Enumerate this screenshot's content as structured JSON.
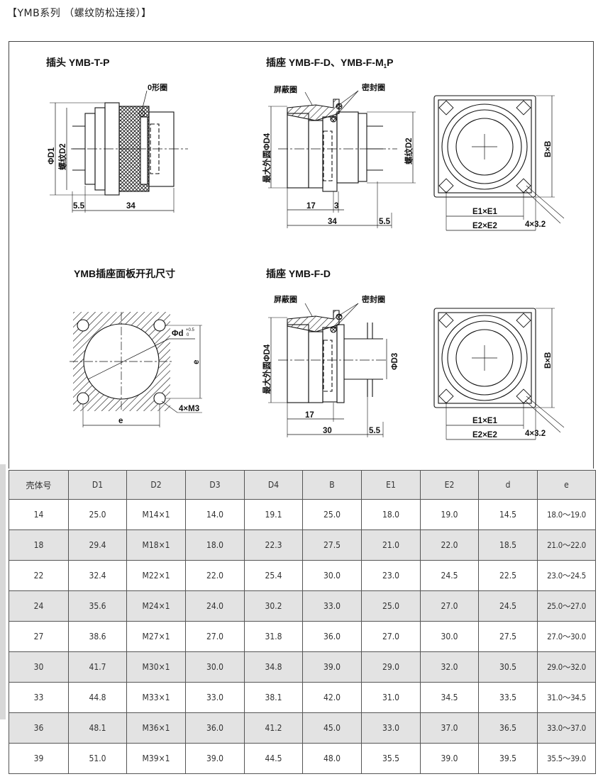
{
  "page_title": "【YMB系列 （螺纹防松连接）】",
  "drawings": {
    "plug": {
      "title": "插头 YMB-T-P",
      "o_ring": "0形圈",
      "d1": "ΦD1",
      "d2": "螺纹D2",
      "dim_a": "5.5",
      "dim_b": "34"
    },
    "socket_mp": {
      "title_main": "插座 YMB-F-D、YMB-F-M",
      "title_sub": "1",
      "title_end": "P",
      "shield_ring": "屏蔽圈",
      "seal_ring": "密封圈",
      "d4": "最大外圆ΦD4",
      "d2": "螺纹D2",
      "dim_17": "17",
      "dim_3": "3",
      "dim_34": "34",
      "dim_55": "5.5"
    },
    "flange_top": {
      "bxb": "B×B",
      "e1": "E1×E1",
      "e2": "E2×E2",
      "holes": "4×3.2"
    },
    "panel": {
      "title": "YMB插座面板开孔尺寸",
      "phi_d": "Φd",
      "tol_up": "+0.5",
      "tol_low": "0",
      "e_v": "e",
      "e_h": "e",
      "holes": "4×M3"
    },
    "socket_fd": {
      "title": "插座 YMB-F-D",
      "shield_ring": "屏蔽圈",
      "seal_ring": "密封圈",
      "d4": "最大外圆ΦD4",
      "d3": "ΦD3",
      "dim_17": "17",
      "dim_30": "30",
      "dim_55": "5.5"
    },
    "flange_bottom": {
      "bxb": "B×B",
      "e1": "E1×E1",
      "e2": "E2×E2",
      "holes": "4×3.2"
    }
  },
  "table": {
    "headers": [
      "壳体号",
      "D1",
      "D2",
      "D3",
      "D4",
      "B",
      "E1",
      "E2",
      "d",
      "e"
    ],
    "rows": [
      [
        "14",
        "25.0",
        "M14×1",
        "14.0",
        "19.1",
        "25.0",
        "18.0",
        "19.0",
        "14.5",
        "18.0～19.0"
      ],
      [
        "18",
        "29.4",
        "M18×1",
        "18.0",
        "22.3",
        "27.5",
        "21.0",
        "22.0",
        "18.5",
        "21.0～22.0"
      ],
      [
        "22",
        "32.4",
        "M22×1",
        "22.0",
        "25.4",
        "30.0",
        "23.0",
        "24.5",
        "22.5",
        "23.0～24.5"
      ],
      [
        "24",
        "35.6",
        "M24×1",
        "24.0",
        "30.2",
        "33.0",
        "25.0",
        "27.0",
        "24.5",
        "25.0～27.0"
      ],
      [
        "27",
        "38.6",
        "M27×1",
        "27.0",
        "31.8",
        "36.0",
        "27.0",
        "30.0",
        "27.5",
        "27.0～30.0"
      ],
      [
        "30",
        "41.7",
        "M30×1",
        "30.0",
        "34.8",
        "39.0",
        "29.0",
        "32.0",
        "30.5",
        "29.0～32.0"
      ],
      [
        "33",
        "44.8",
        "M33×1",
        "33.0",
        "38.1",
        "42.0",
        "31.0",
        "34.5",
        "33.5",
        "31.0～34.5"
      ],
      [
        "36",
        "48.1",
        "M36×1",
        "36.0",
        "41.2",
        "45.0",
        "33.0",
        "37.0",
        "36.5",
        "33.0～37.0"
      ],
      [
        "39",
        "51.0",
        "M39×1",
        "39.0",
        "44.5",
        "48.0",
        "35.5",
        "39.0",
        "39.5",
        "35.5～39.0"
      ]
    ]
  }
}
